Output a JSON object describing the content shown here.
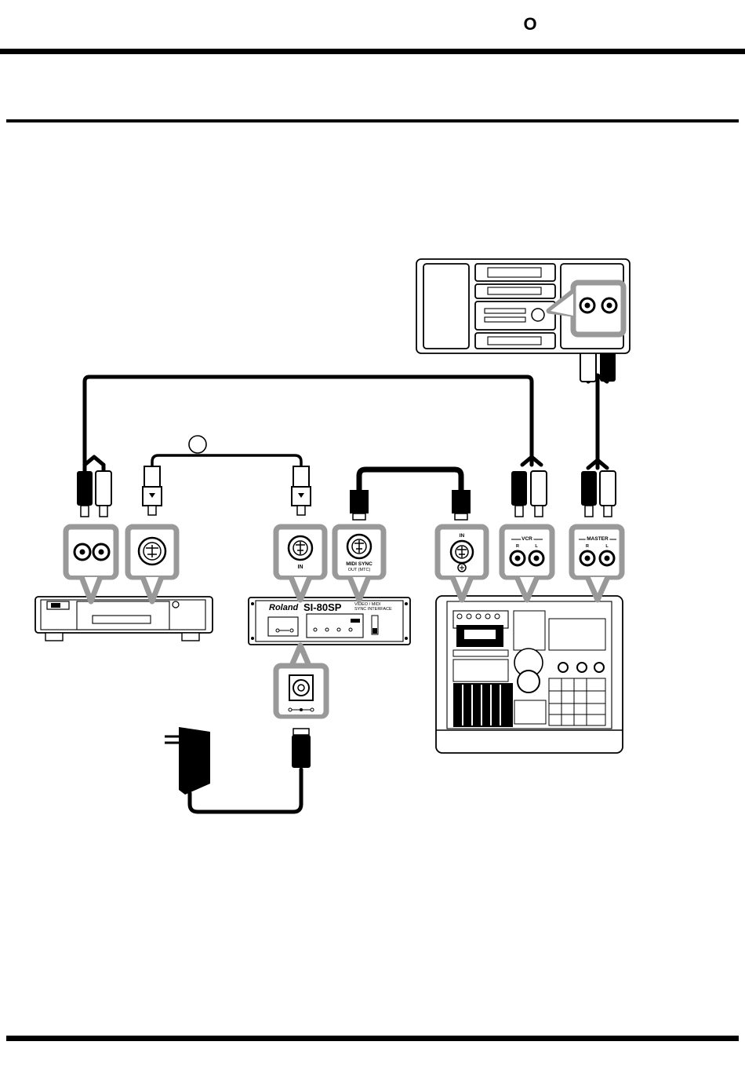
{
  "header": {
    "step_marker": "O"
  },
  "diagram": {
    "circle_marker": "",
    "si80sp": {
      "brand": "Roland",
      "model": "SI-80SP",
      "subtitle_line1": "VIDEO / MIDI",
      "subtitle_line2": "SYNC INTERFACE",
      "midi_in_label": "IN",
      "midi_sync_label_line1": "MIDI SYNC",
      "midi_sync_label_line2": "OUT (MTC)"
    },
    "recorder": {
      "midi_in_label": "IN",
      "vcr_label": "VCR",
      "master_label": "MASTER",
      "r_label": "R",
      "l_label": "L"
    }
  }
}
